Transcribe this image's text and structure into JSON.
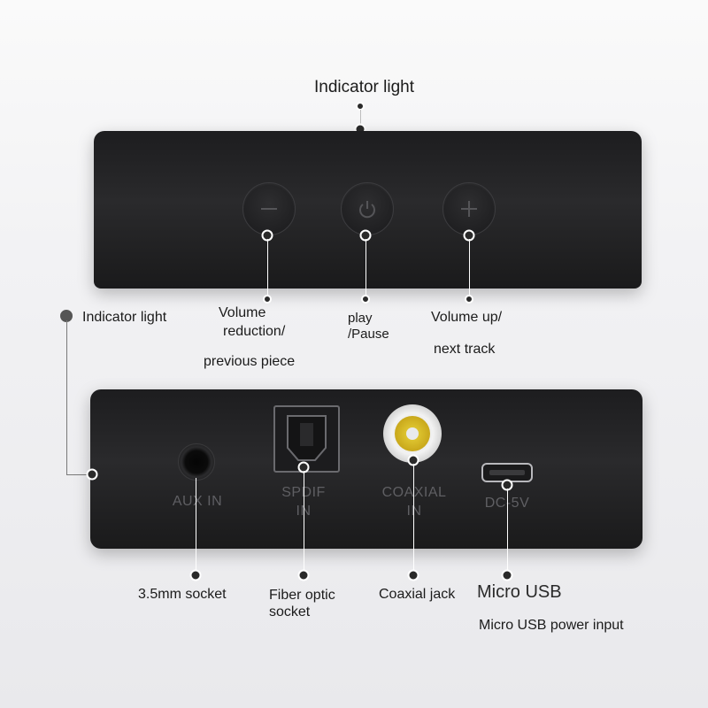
{
  "top_device": {
    "indicator_label": "Indicator light",
    "buttons": [
      {
        "icon": "minus-icon",
        "label_lines": [
          "Volume",
          "reduction/"
        ],
        "extra_label": "previous piece"
      },
      {
        "icon": "power-icon",
        "label_lines": [
          "play",
          "/Pause"
        ]
      },
      {
        "icon": "plus-icon",
        "label_lines": [
          "Volume up/"
        ],
        "extra_label": "next track"
      }
    ]
  },
  "bottom_device": {
    "indicator_label": "Indicator light",
    "ports": [
      {
        "port_text": "AUX IN",
        "callout": "3.5mm socket"
      },
      {
        "port_text_lines": [
          "SPDIF",
          "IN"
        ],
        "callout_lines": [
          "Fiber optic",
          "socket"
        ]
      },
      {
        "port_text_lines": [
          "COAXIAL",
          "IN"
        ],
        "callout": "Coaxial jack"
      },
      {
        "port_text": "DC-5V",
        "callout_title": "Micro USB",
        "callout": "Micro USB power input"
      }
    ]
  },
  "colors": {
    "device_body": "#1f1f21",
    "port_text": "#5f5f63",
    "coax_gold": "#d2b52a",
    "background": "#f2f2f4"
  }
}
